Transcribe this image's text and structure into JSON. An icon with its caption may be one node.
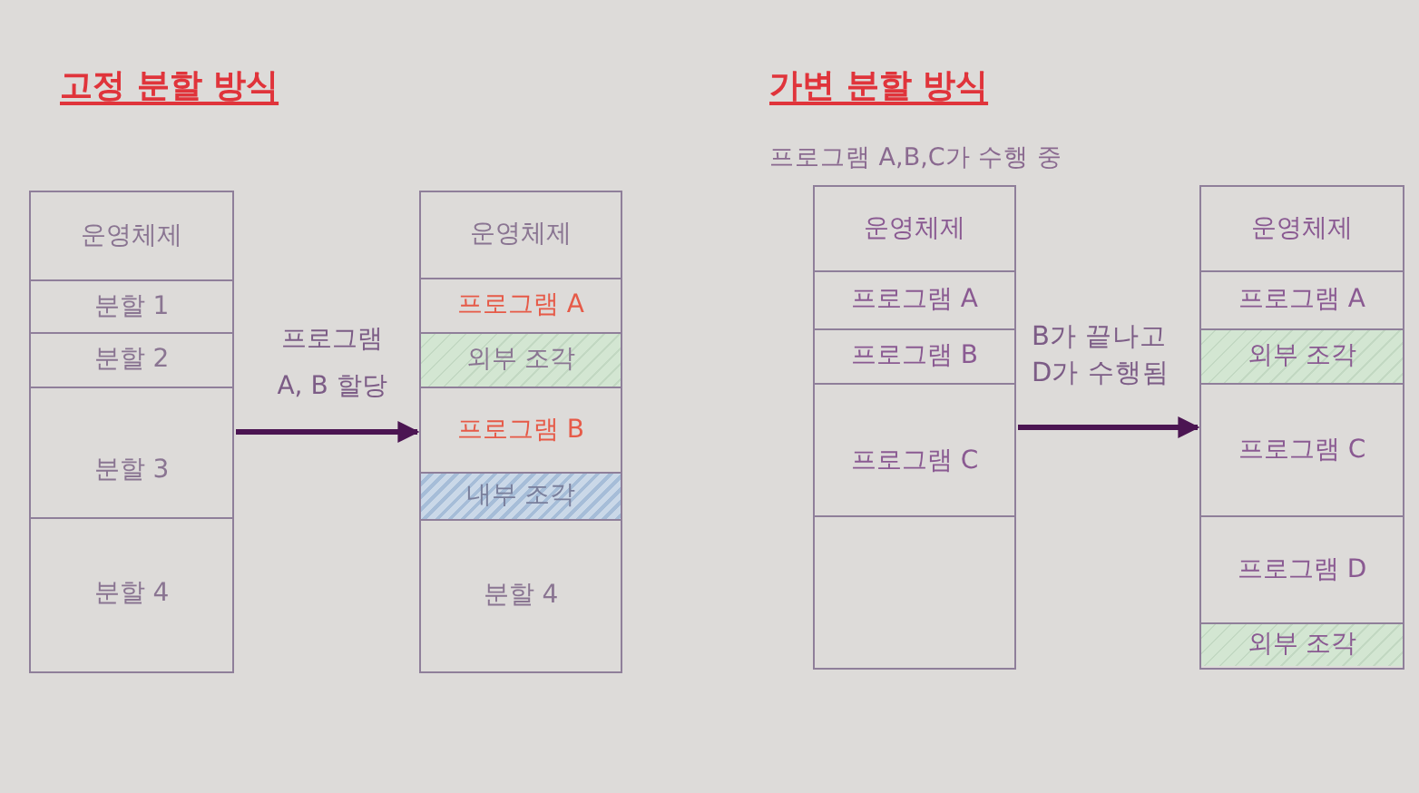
{
  "diagram": {
    "nodes": [
      {
        "text": [],
        "shape": "box"
      },
      {
        "text": [
          "운영체제"
        ],
        "in": 0
      },
      {
        "text": [
          "분할 1"
        ],
        "in": 0
      },
      {
        "text": [
          "분할 2"
        ],
        "in": 0
      },
      {
        "text": [
          "분할 3"
        ],
        "in": 0
      },
      {
        "text": [
          "분할 4"
        ],
        "in": 0
      },
      {
        "text": [],
        "shape": "box"
      },
      {
        "text": [
          "운영체제"
        ],
        "in": 6
      },
      {
        "text": [
          "프로그램 A"
        ],
        "in": 6
      },
      {
        "text": [
          "외부 조각"
        ],
        "in": 6
      },
      {
        "text": [
          "프로그램 B"
        ],
        "in": 6
      },
      {
        "text": [
          "내부 조각"
        ],
        "in": 6
      },
      {
        "text": [
          "분할 4"
        ],
        "in": 6
      },
      {
        "text": [],
        "shape": "box"
      },
      {
        "text": [
          "운영체제"
        ],
        "in": 13
      },
      {
        "text": [
          "프로그램 A"
        ],
        "in": 13
      },
      {
        "text": [
          "프로그램 B"
        ],
        "in": 13
      },
      {
        "text": [
          "프로그램 C"
        ],
        "in": 13
      },
      {
        "text": [],
        "shape": "box",
        "in": 13
      },
      {
        "text": [],
        "shape": "box"
      },
      {
        "text": [
          "운영체제"
        ],
        "in": 19
      },
      {
        "text": [
          "프로그램 A"
        ],
        "in": 19
      },
      {
        "text": [
          "외부 조각"
        ],
        "in": 19
      },
      {
        "text": [
          "프로그램 C"
        ],
        "in": 19
      },
      {
        "text": [
          "프로그램 D"
        ],
        "in": 19
      },
      {
        "text": [
          "외부 조각"
        ],
        "in": 19
      }
    ],
    "edges": [
      {
        "from": 0,
        "to": 6,
        "arrow": "to",
        "label": "프로그램 A, B 할당"
      },
      {
        "from": 13,
        "to": 19,
        "arrow": "to",
        "label": "B가 끝나고 D가 수행됨"
      }
    ],
    "labels": [
      "고정 분할 방식",
      "가변 분할 방식",
      "프로그램 A,B,C가 수행 중"
    ]
  }
}
